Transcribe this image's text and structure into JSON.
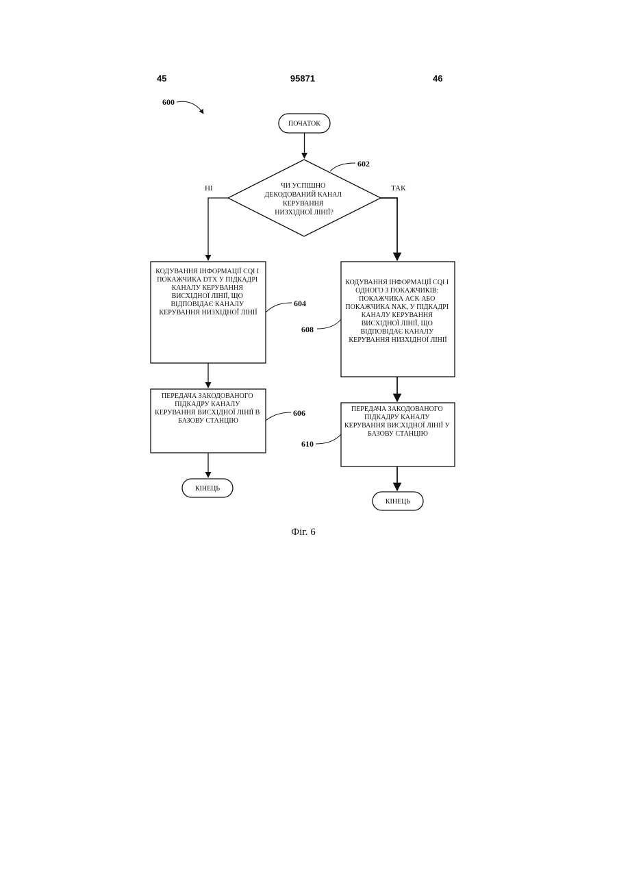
{
  "header": {
    "page_left": "45",
    "patent_number": "95871",
    "page_right": "46"
  },
  "figure": {
    "ref": "600",
    "caption": "Фіг. 6",
    "start": "ПОЧАТОК",
    "decision": {
      "ref": "602",
      "lines": [
        "ЧИ УСПІШНО",
        "ДЕКОДОВАНИЙ КАНАЛ",
        "КЕРУВАННЯ",
        "НИЗХІДНОЇ ЛІНІЇ?"
      ],
      "no_label": "НІ",
      "yes_label": "ТАК"
    },
    "left": {
      "step1": {
        "ref": "604",
        "lines": [
          "КОДУВАННЯ ІНФОРМАЦІЇ CQI І",
          "ПОКАЖЧИКА DTX У ПІДКАДРІ",
          "КАНАЛУ КЕРУВАННЯ",
          "ВИСХІДНОЇ ЛІНІЇ, ЩО",
          "ВІДПОВІДАЄ КАНАЛУ",
          "КЕРУВАННЯ НИЗХІДНОЇ ЛІНІЇ"
        ]
      },
      "step2": {
        "ref": "606",
        "lines": [
          "ПЕРЕДАЧА ЗАКОДОВАНОГО",
          "ПІДКАДРУ КАНАЛУ",
          "КЕРУВАННЯ ВИСХІДНОЇ ЛІНІЇ В",
          "БАЗОВУ СТАНЦІЮ"
        ]
      },
      "end": "КІНЕЦЬ"
    },
    "right": {
      "step1": {
        "ref": "608",
        "lines": [
          "КОДУВАННЯ ІНФОРМАЦІЇ CQI І",
          "ОДНОГО З ПОКАЖЧИКІВ:",
          "ПОКАЖЧИКА ACK АБО",
          "ПОКАЖЧИКА NAK, У ПІДКАДРІ",
          "КАНАЛУ КЕРУВАННЯ",
          "ВИСХІДНОЇ ЛІНІЇ, ЩО",
          "ВІДПОВІДАЄ КАНАЛУ",
          "КЕРУВАННЯ НИЗХІДНОЇ ЛІНІЇ"
        ]
      },
      "step2": {
        "ref": "610",
        "lines": [
          "ПЕРЕДАЧА ЗАКОДОВАНОГО",
          "ПІДКАДРУ КАНАЛУ",
          "КЕРУВАННЯ ВИСХІДНОЇ ЛІНІЇ У",
          "БАЗОВУ СТАНЦІЮ"
        ]
      },
      "end": "КІНЕЦЬ"
    }
  }
}
